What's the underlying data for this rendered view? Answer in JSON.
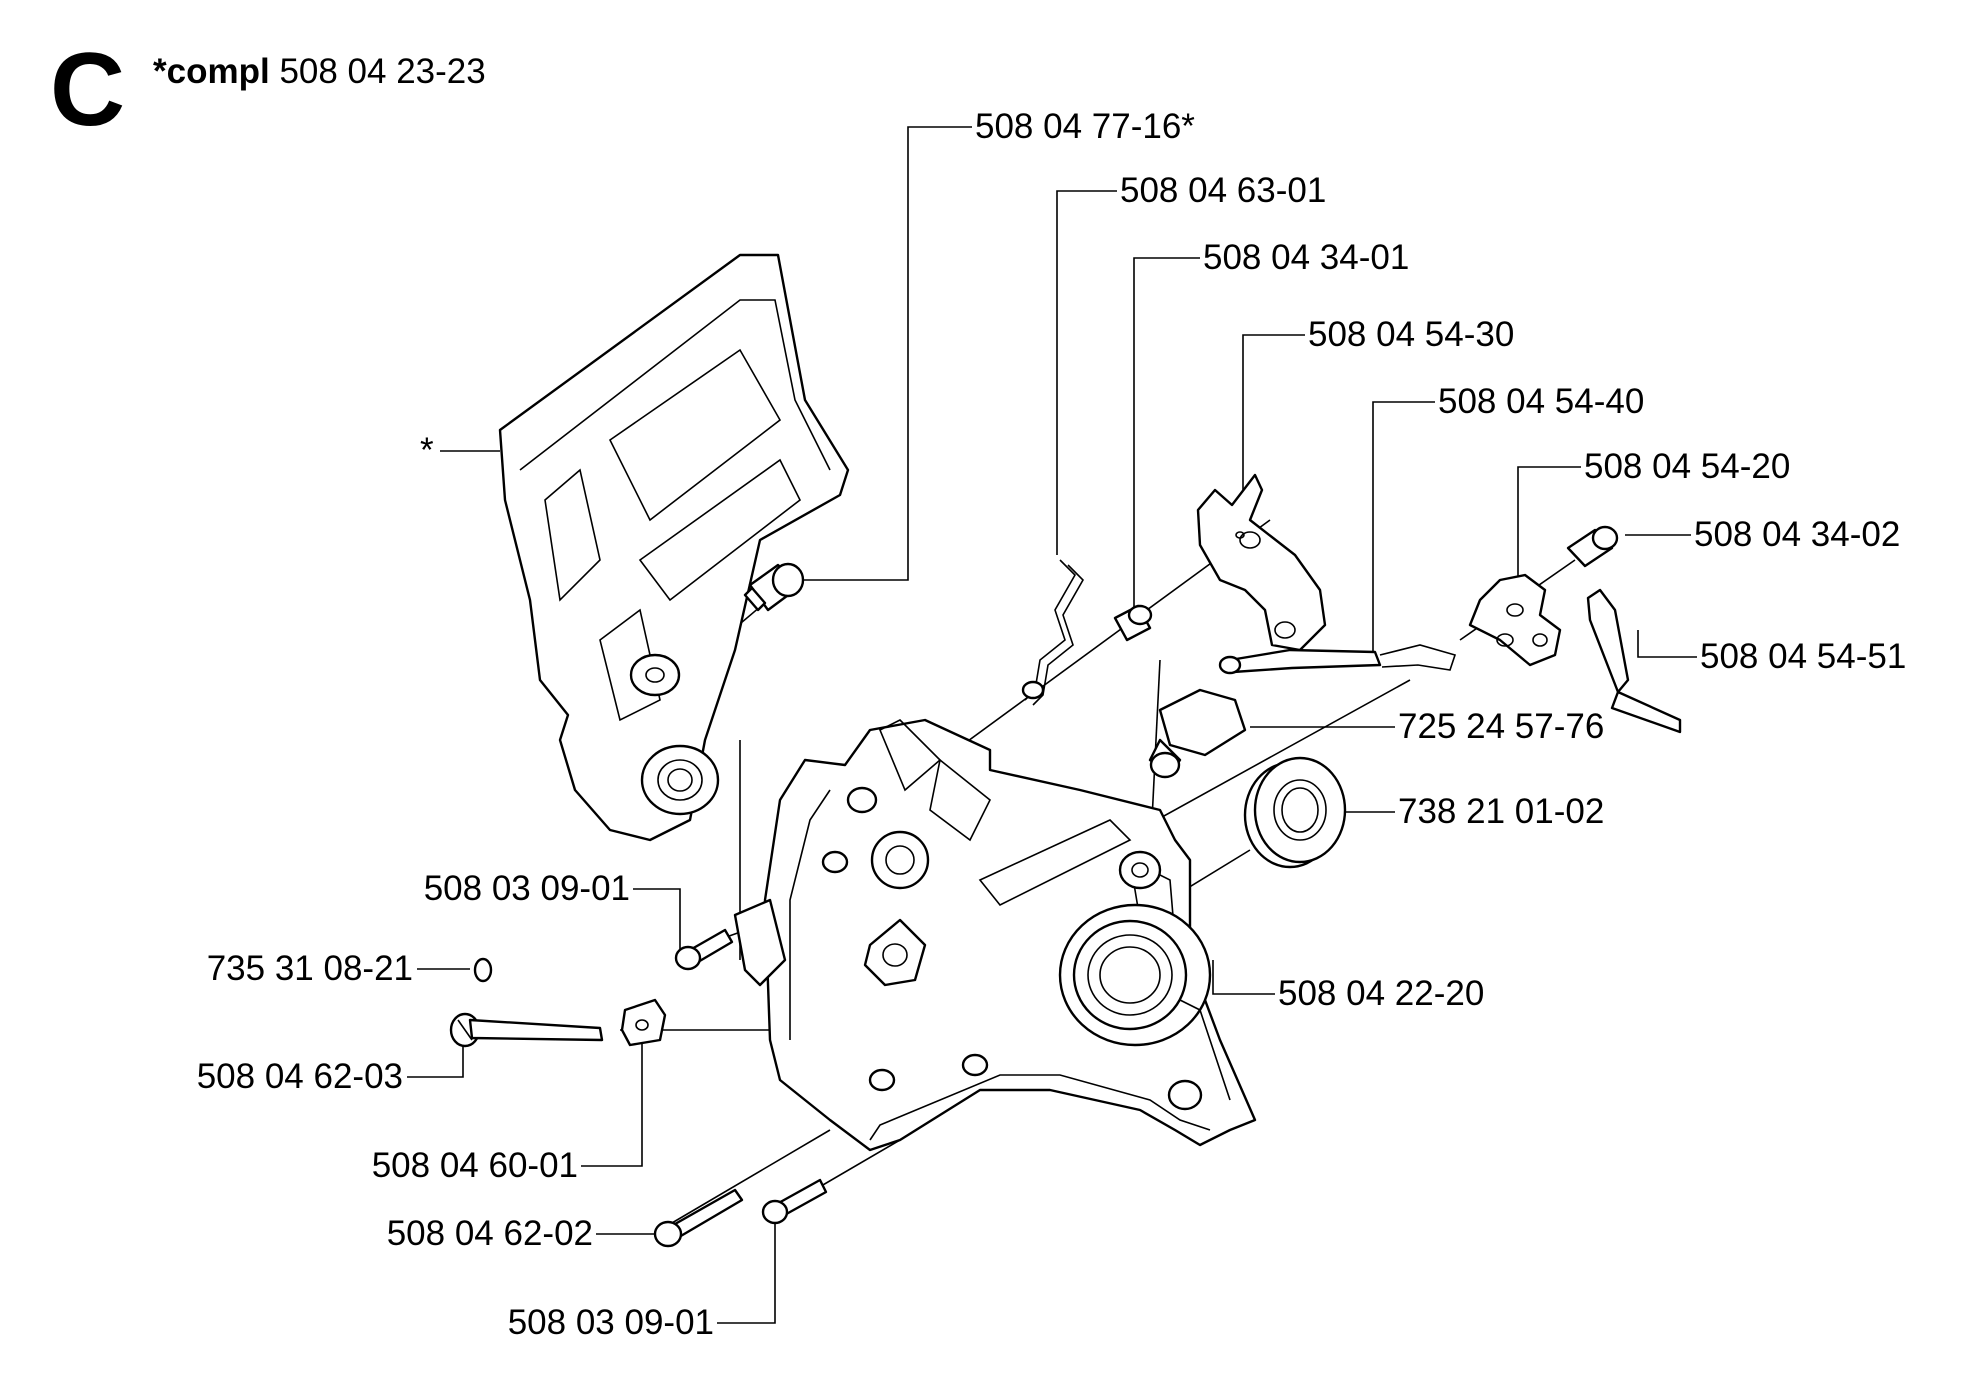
{
  "header": {
    "section_letter": "C",
    "compl_prefix": "*compl",
    "compl_number": "508 04 23-23"
  },
  "callouts": [
    {
      "id": "c1",
      "text": "508 04 77-16*"
    },
    {
      "id": "c2",
      "text": "508 04 63-01"
    },
    {
      "id": "c3",
      "text": "508 04 34-01"
    },
    {
      "id": "c4",
      "text": "508 04 54-30"
    },
    {
      "id": "c5",
      "text": "508 04 54-40"
    },
    {
      "id": "c6",
      "text": "508 04 54-20"
    },
    {
      "id": "c7",
      "text": "508 04 34-02"
    },
    {
      "id": "c8",
      "text": "508 04 54-51"
    },
    {
      "id": "c9",
      "text": "725 24 57-76"
    },
    {
      "id": "c10",
      "text": "738 21 01-02"
    },
    {
      "id": "c11",
      "text": "508 04 22-20"
    },
    {
      "id": "c12",
      "text": "508 03 09-01"
    },
    {
      "id": "c13",
      "text": "735 31 08-21"
    },
    {
      "id": "c14",
      "text": "508 04 62-03"
    },
    {
      "id": "c15",
      "text": "508 04 60-01"
    },
    {
      "id": "c16",
      "text": "508 04 62-02"
    },
    {
      "id": "c17",
      "text": "508 03 09-01"
    },
    {
      "id": "c18",
      "text": "*"
    }
  ]
}
